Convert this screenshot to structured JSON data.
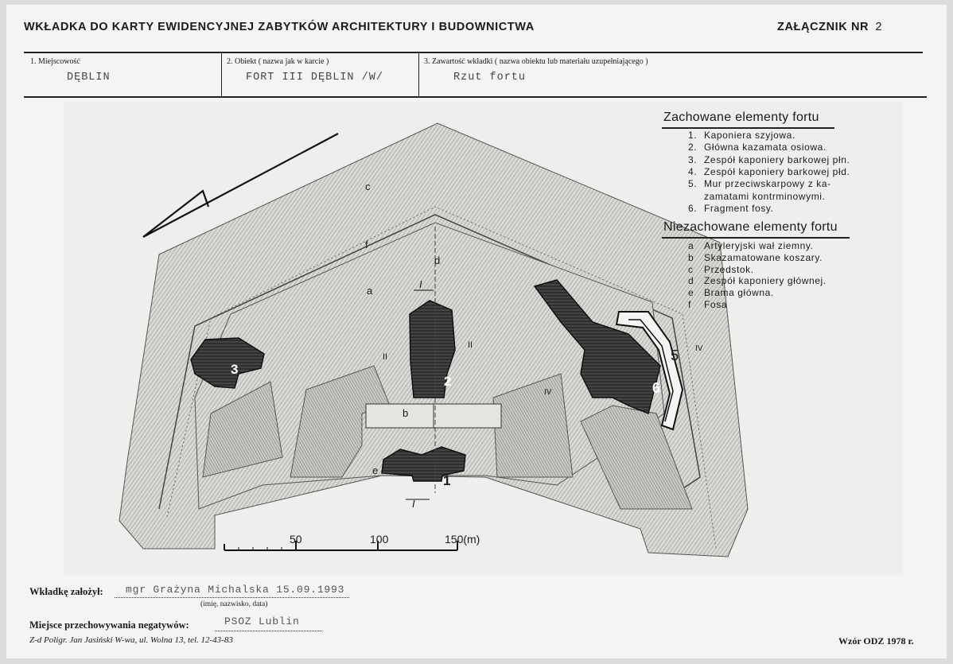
{
  "header": {
    "title": "WKŁADKA DO KARTY EWIDENCYJNEJ ZABYTKÓW ARCHITEKTURY I BUDOWNICTWA",
    "attachment_label": "ZAŁĄCZNIK NR",
    "attachment_number": "2"
  },
  "fields": {
    "locality": {
      "label": "1. Miejscowość",
      "value": "DĘBLIN"
    },
    "object": {
      "label": "2. Obiekt ( nazwa jak w karcie )",
      "value": "FORT III DĘBLIN  /W/"
    },
    "content": {
      "label": "3. Zawartość wkładki ( nazwa obiektu lub materiału uzupełniającego )",
      "value": "Rzut fortu"
    }
  },
  "legend": {
    "preserved_title": "Zachowane elementy fortu",
    "preserved": [
      {
        "n": "1.",
        "text": "Kaponiera szyjowa."
      },
      {
        "n": "2.",
        "text": "Główna kazamata osiowa."
      },
      {
        "n": "3.",
        "text": "Zespół kaponiery barkowej płn."
      },
      {
        "n": "4.",
        "text": "Zespół kaponiery barkowej płd."
      },
      {
        "n": "5.",
        "text": "Mur przeciwskarpowy z ka-"
      },
      {
        "n": "",
        "text": "zamatami kontrminowymi."
      },
      {
        "n": "6.",
        "text": "Fragment fosy."
      }
    ],
    "lost_title": "Niezachowane elementy fortu",
    "lost": [
      {
        "n": "a",
        "text": "Artyleryjski wał ziemny."
      },
      {
        "n": "b",
        "text": "Skazamatowane koszary."
      },
      {
        "n": "c",
        "text": "Przedstok."
      },
      {
        "n": "d",
        "text": "Zespół kaponiery głównej."
      },
      {
        "n": "e",
        "text": "Brama główna."
      },
      {
        "n": "f",
        "text": "Fosa"
      }
    ]
  },
  "plan_labels": {
    "c": "c",
    "f": "f",
    "a": "a",
    "d": "d",
    "b": "b",
    "e": "e",
    "n1": "1",
    "n2": "2",
    "n3": "3",
    "n5": "5",
    "n6": "6",
    "sec_i": "I",
    "sec_ii": "II",
    "sec_iv": "IV"
  },
  "scale": {
    "t50": "50",
    "t100": "100",
    "t150": "150(m)"
  },
  "footer": {
    "created_by_label": "Wkładkę założył:",
    "created_by_value": "mgr Grażyna Michalska 15.09.1993",
    "created_by_note": "(imię, nazwisko, data)",
    "storage_label": "Miejsce przechowywania negatywów:",
    "storage_value": "PSOZ Lublin",
    "printer": "Z-d Poligr. Jan Jasiński W-wa, ul. Wolna 13, tel. 12-43-83",
    "form": "Wzór ODZ 1978 r."
  }
}
